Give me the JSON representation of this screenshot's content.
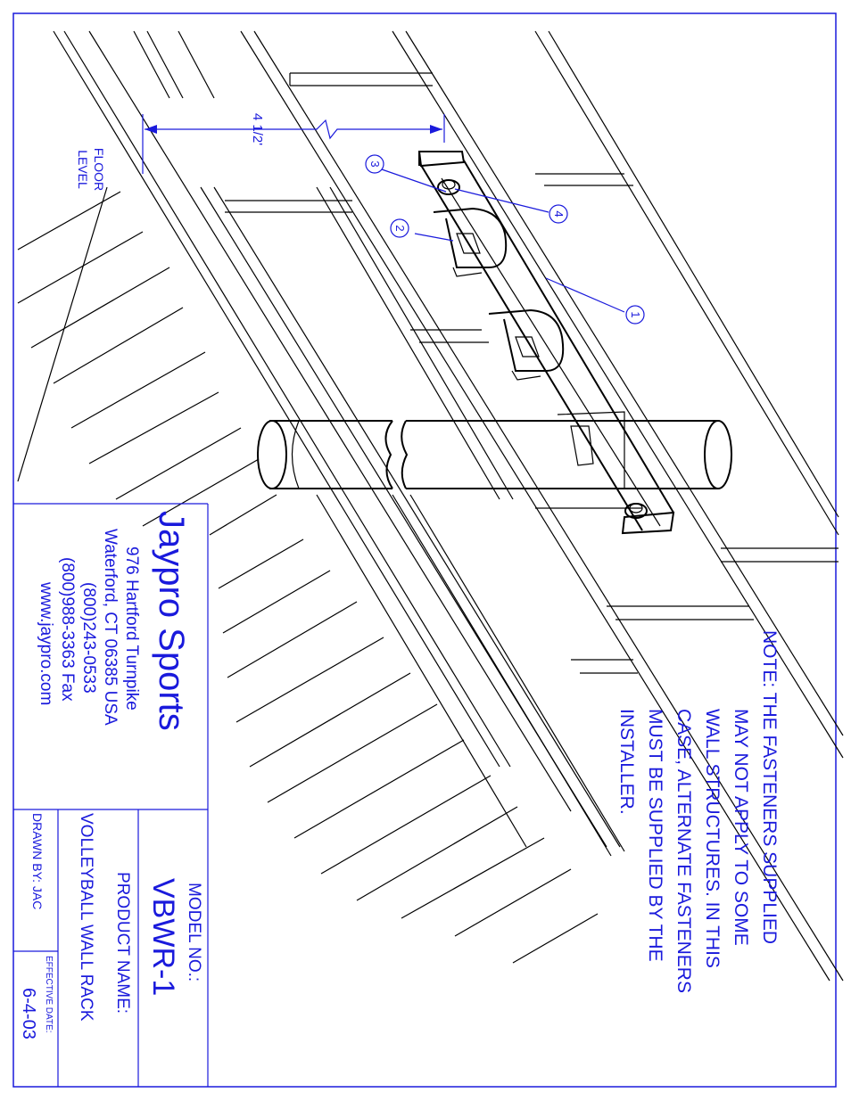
{
  "drawing": {
    "dimension": "4 1/2'",
    "floor_label": [
      "FLOOR",
      "LEVEL"
    ],
    "balloons": [
      "1",
      "2",
      "3",
      "4"
    ],
    "note_lines": [
      "NOTE:  THE FASTENERS SUPPLIED",
      "MAY NOT APPLY TO SOME",
      "WALL STRUCTURES.  IN THIS",
      "CASE, ALTERNATE FASTENERS",
      "MUST BE SUPPLIED BY THE",
      "INSTALLER."
    ]
  },
  "title_block": {
    "company": "Jaypro Sports",
    "address_lines": [
      "976 Hartford Turnpike",
      "Waterford, CT 06385 USA",
      "(800)243-0533",
      "(800)988-3363 Fax",
      "www.jaypro.com"
    ],
    "model_label": "MODEL NO.:",
    "model_value": "VBWR-1",
    "product_label": "PRODUCT NAME:",
    "product_value": "VOLLEYBALL WALL RACK",
    "drawn_by": "DRAWN BY: JAC",
    "effective_label": "EFFECTIVE DATE:",
    "effective_value": "6-4-03"
  },
  "colors": {
    "ink": "#000000",
    "annotation": "#1a1adc"
  }
}
